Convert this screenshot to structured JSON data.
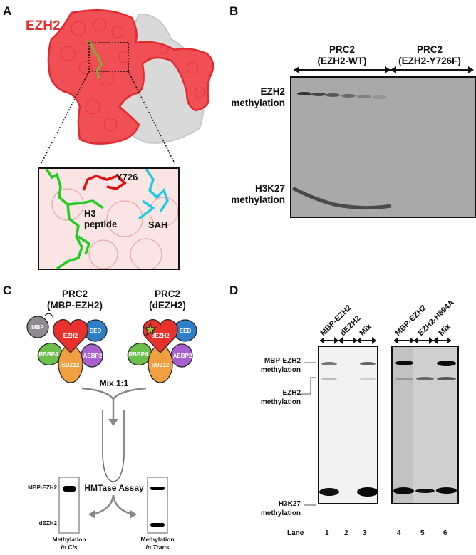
{
  "panel_a": {
    "letter": "A",
    "protein_label": "EZH2",
    "inset_labels": {
      "residue": "Y726",
      "peptide_line1": "H3",
      "peptide_line2": "peptide",
      "cofactor": "SAH"
    },
    "colors": {
      "ezh2": "#f0454a",
      "other_subunits": "#d9d9d9",
      "peptide": "#22cc22",
      "residue": "#dd1111",
      "cofactor": "#22ccdd",
      "inset_bg": "#fbe4e4"
    }
  },
  "panel_b": {
    "letter": "B",
    "groups": [
      {
        "line1": "PRC2",
        "line2": "(EZH2-WT)"
      },
      {
        "line1": "PRC2",
        "line2": "(EZH2-Y726F)"
      }
    ],
    "row_labels": [
      {
        "line1": "EZH2",
        "line2": "methylation"
      },
      {
        "line1": "H3K27",
        "line2": "methylation"
      }
    ]
  },
  "panel_c": {
    "letter": "C",
    "complexes": [
      {
        "line1": "PRC2",
        "line2": "(MBP-EZH2)",
        "subunits": [
          "MBP",
          "EZH2",
          "EED",
          "RBBP4",
          "AEBP2",
          "SUZ12"
        ]
      },
      {
        "line1": "PRC2",
        "line2": "(dEZH2)",
        "subunits": [
          "dEZH2",
          "EED",
          "RBBP4",
          "AEBP2",
          "SUZ12"
        ]
      }
    ],
    "mix_label": "Mix 1:1",
    "assay_label": "HMTase Assay",
    "gel_labels": {
      "top": "MBP-EZH2",
      "bottom": "dEZH2"
    },
    "outcomes": [
      {
        "line1": "Methylation",
        "line2": "in Cis"
      },
      {
        "line1": "Methylation",
        "line2": "in Trans"
      }
    ],
    "colors": {
      "MBP": "#8e8a90",
      "EZH2": "#e8302c",
      "EED": "#2f7fc8",
      "RBBP4": "#6cbf4a",
      "AEBP2": "#a85fd0",
      "SUZ12": "#f0a040",
      "star": "#9acd32"
    }
  },
  "panel_d": {
    "letter": "D",
    "gel1_lanes_header": [
      "MBP-EZH2",
      "dEZH2",
      "Mix"
    ],
    "gel2_lanes_header": [
      "MBP-EZH2",
      "EZH2-H694A",
      "Mix"
    ],
    "row_labels": [
      {
        "line1": "MBP-EZH2",
        "line2": "methylation"
      },
      {
        "line1": "EZH2",
        "line2": "methylation"
      },
      {
        "line1": "H3K27",
        "line2": "methylation"
      }
    ],
    "lane_label": "Lane",
    "lane_numbers": [
      "1",
      "2",
      "3",
      "4",
      "5",
      "6"
    ]
  }
}
